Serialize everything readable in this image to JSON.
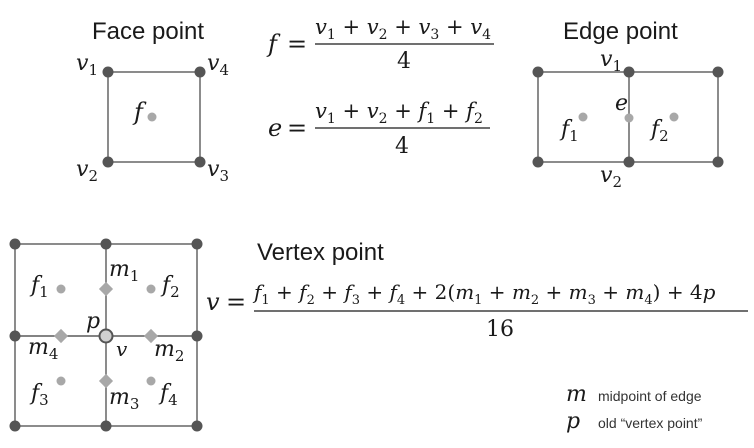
{
  "colors": {
    "line": "#5a5a5a",
    "vertex": "#555555",
    "new_point": "#a8a8a8",
    "text": "#1a1a1a"
  },
  "face_point": {
    "title": "Face point",
    "labels": {
      "v1": "v",
      "v1_sub": "1",
      "v2": "v",
      "v2_sub": "2",
      "v3": "v",
      "v3_sub": "3",
      "v4": "v",
      "v4_sub": "4",
      "f": "f"
    }
  },
  "edge_point": {
    "title": "Edge point",
    "labels": {
      "v1": "v",
      "v1_sub": "1",
      "v2": "v",
      "v2_sub": "2",
      "e": "e",
      "f1": "f",
      "f1_sub": "1",
      "f2": "f",
      "f2_sub": "2"
    }
  },
  "vertex_point": {
    "title": "Vertex point",
    "labels": {
      "f1": "f",
      "f1_sub": "1",
      "f2": "f",
      "f2_sub": "2",
      "f3": "f",
      "f3_sub": "3",
      "f4": "f",
      "f4_sub": "4",
      "m1": "m",
      "m1_sub": "1",
      "m2": "m",
      "m2_sub": "2",
      "m3": "m",
      "m3_sub": "3",
      "m4": "m",
      "m4_sub": "4",
      "p": "p",
      "v": "v"
    }
  },
  "formulas": {
    "face": {
      "lhs": "f",
      "eq": "=",
      "numerator": "v1 + v2 + v3 + v4",
      "denominator": "4"
    },
    "edge": {
      "lhs": "e",
      "eq": "=",
      "numerator": "v1 + v2 + f1 + f2",
      "denominator": "4"
    },
    "vertex": {
      "lhs": "v",
      "eq": "=",
      "numerator": "f1 + f2 + f3 + f4 + 2(m1 + m2 + m3 + m4) + 4p",
      "denominator": "16"
    }
  },
  "legend": [
    {
      "symbol": "m",
      "text": "midpoint of edge"
    },
    {
      "symbol": "p",
      "text": "old “vertex point”"
    }
  ]
}
